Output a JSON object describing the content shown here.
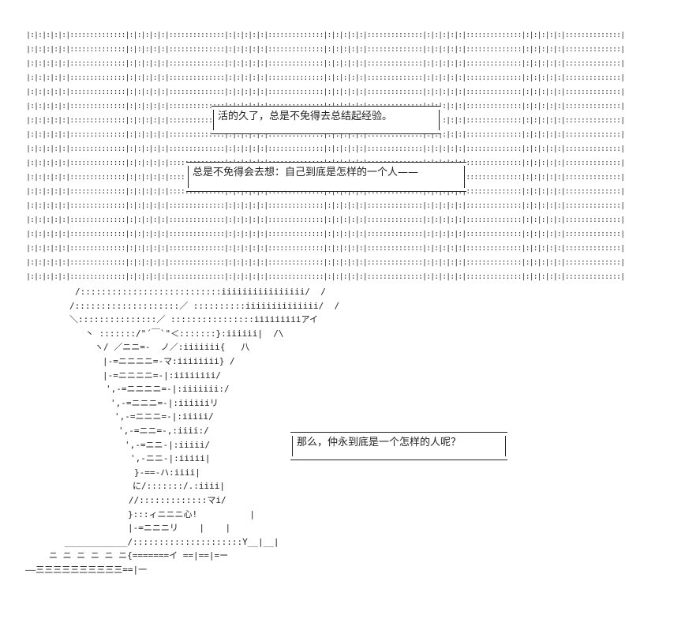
{
  "bubbles": {
    "top_line_1": "活的久了，总是不免得去总结起经验。",
    "top_line_2": "总是不免得会去想：自己到底是怎样的一个人——",
    "right_bubble": "那么，仲永到底是一个怎样的人呢？"
  },
  "figure": {
    "lines": [
      "/:::::::::::::::::::::::::::iiiiiiiiiiiiiiii/  /",
      "/::::::::::::::::::::／ ::::::::::iiiiiiiiiiiiii/  /",
      "＼:::::::::::::::／ ::::::::::::::::iiiiiiiiiアイ",
      "丶 :::::::/\"´￣`\"＜:::::::}:iiiiii|  /\\",
      "ヽ/ ／ニニ=-  ノ／:iiiiiii{   八",
      "|-=ニニニニ=-マ:iiiiiiii} /",
      "|-=ニニニニ=-|:iiiiiiii/",
      "',-=ニニニニ=-|:iiiiiii:/",
      "',-=ニニニ=-|:iiiiiiリ",
      "',-=ニニニ=-|:iiiii/",
      "',-=ニニ=-,:iiii:/",
      "',-=ニニ-|:iiiii/",
      "',-ニニ-|:iiiii|",
      "}-==-ハ:iiii|",
      "に/:::::::/.:iiii|",
      "//:::::::::::::マi/",
      "}:::ィニニニ心!          |",
      "|-=ニニニリ    |    |",
      "____________/:::::::::::::::::::::Y__|__|",
      "ニ ニ ニ ニ ニ ニ{=======イ ==|==|=ー",
      "——三三三三三三三三三三==|一"
    ]
  }
}
